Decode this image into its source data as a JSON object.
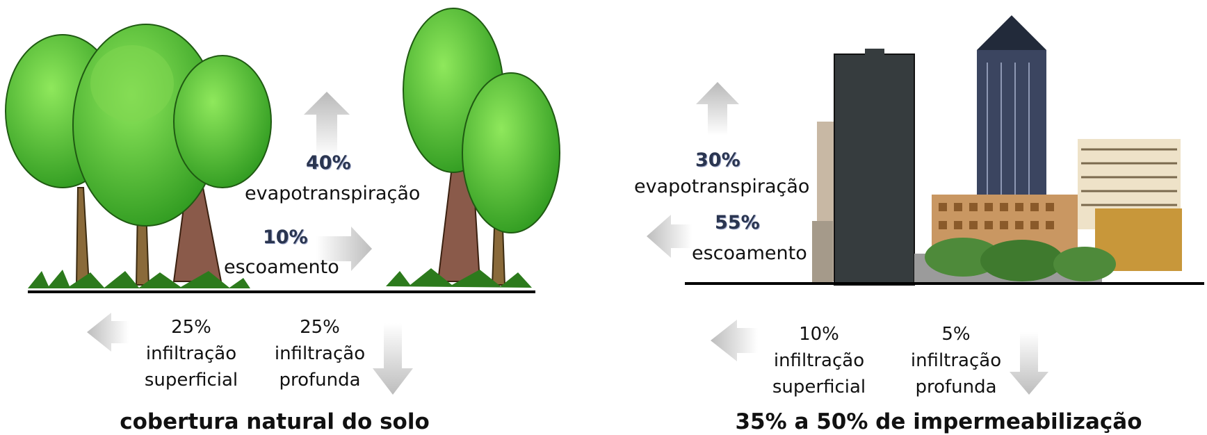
{
  "natural": {
    "evapo_pct": "40%",
    "evapo_label": "evapotranspiração",
    "runoff_pct": "10%",
    "runoff_label": "escoamento",
    "shallow": {
      "pct": "25%",
      "line1": "infiltração",
      "line2": "superficial"
    },
    "deep": {
      "pct": "25%",
      "line1": "infiltração",
      "line2": "profunda"
    },
    "caption": "cobertura natural do solo"
  },
  "urban": {
    "evapo_pct": "30%",
    "evapo_label": "evapotranspiração",
    "runoff_pct": "55%",
    "runoff_label": "escoamento",
    "shallow": {
      "pct": "10%",
      "line1": "infiltração",
      "line2": "superficial"
    },
    "deep": {
      "pct": "5%",
      "line1": "infiltração",
      "line2": "profunda"
    },
    "caption": "35% a 50% de impermeabilização"
  },
  "colors": {
    "foliage": "#3fae2a",
    "foliage_light": "#7bdc4f",
    "trunk": "#8a5a3c",
    "arrow": "#cfcfcf",
    "ground": "#000000",
    "tower_dark": "#363c3e",
    "tower_blue": "#3b4560"
  },
  "icons": [
    "tree-icon",
    "skyscraper-icon",
    "arrow-up-icon",
    "arrow-right-icon",
    "arrow-left-icon",
    "arrow-down-icon"
  ]
}
